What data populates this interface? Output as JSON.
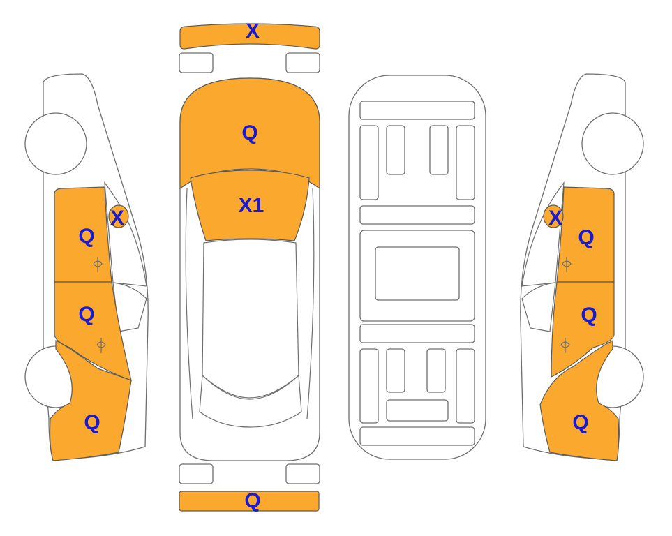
{
  "colors": {
    "damage_fill": "#FBA92E",
    "label_color": "#1A1AD0",
    "outline": "#6E6E6E"
  },
  "labels": {
    "front_bumper": "X",
    "hood": "Q",
    "windshield": "X1",
    "rear_bumper": "Q",
    "left_mirror": "X",
    "left_front_door": "Q",
    "left_rear_door": "Q",
    "left_rear_quarter": "Q",
    "right_mirror": "X",
    "right_front_door": "Q",
    "right_rear_door": "Q",
    "right_rear_quarter": "Q"
  }
}
